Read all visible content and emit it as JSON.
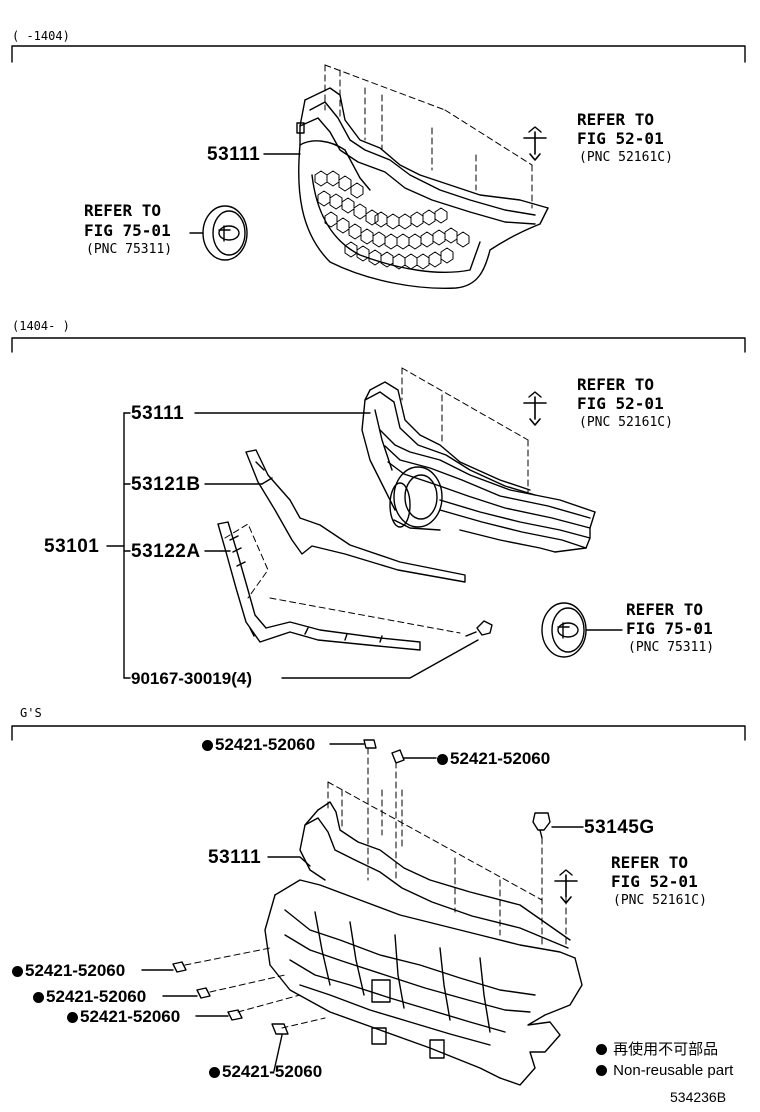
{
  "sections": [
    {
      "label": "(      -1404)",
      "part": "53111",
      "ref_clip": {
        "line1": "REFER TO",
        "line2": "FIG 52-01",
        "line3": "(PNC 52161C)"
      },
      "ref_emblem": {
        "line1": "REFER TO",
        "line2": "FIG 75-01",
        "line3": "(PNC 75311)"
      }
    },
    {
      "label": "(1404-      )",
      "assembly": "53101",
      "parts": [
        "53111",
        "53121B",
        "53122A",
        "90167-30019(4)"
      ],
      "ref_clip": {
        "line1": "REFER TO",
        "line2": "FIG 52-01",
        "line3": "(PNC 52161C)"
      },
      "ref_emblem": {
        "line1": "REFER TO",
        "line2": "FIG 75-01",
        "line3": "(PNC 75311)"
      }
    },
    {
      "label": "G'S",
      "part": "53111",
      "clip_part": "53145G",
      "clips": [
        "52421-52060",
        "52421-52060",
        "52421-52060",
        "52421-52060",
        "52421-52060",
        "52421-52060"
      ],
      "ref_clip": {
        "line1": "REFER TO",
        "line2": "FIG 52-01",
        "line3": "(PNC 52161C)"
      }
    }
  ],
  "legend": {
    "jp": "再使用不可部品",
    "en": "Non-reusable part"
  },
  "figure_id": "534236B"
}
